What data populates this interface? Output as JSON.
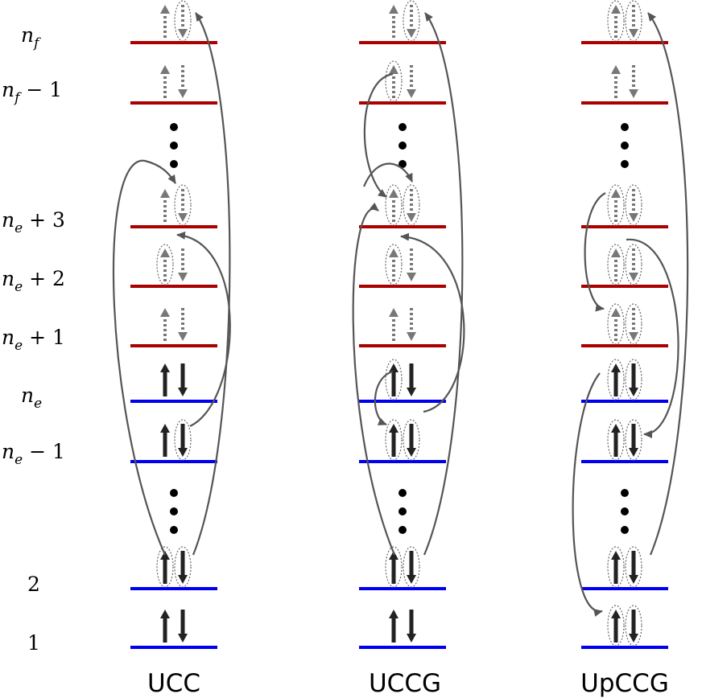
{
  "level_labels": [
    {
      "main": "n",
      "sub": "f",
      "suffix": ""
    },
    {
      "main": "n",
      "sub": "f",
      "suffix": " − 1"
    },
    {
      "main": "n",
      "sub": "e",
      "suffix": " + 3"
    },
    {
      "main": "n",
      "sub": "e",
      "suffix": " + 2"
    },
    {
      "main": "n",
      "sub": "e",
      "suffix": " + 1"
    },
    {
      "main": "n",
      "sub": "e",
      "suffix": ""
    },
    {
      "main": "n",
      "sub": "e",
      "suffix": " − 1"
    },
    {
      "main": "",
      "sub": "",
      "suffix": "2"
    },
    {
      "main": "",
      "sub": "",
      "suffix": "1"
    }
  ],
  "columns": [
    {
      "title": "UCC"
    },
    {
      "title": "UCCG"
    },
    {
      "title": "UpCCG"
    }
  ],
  "colors": {
    "occupied_level": "#0000ee",
    "virtual_level": "#aa0000",
    "electron": "#222222",
    "virtual_electron": "#777777",
    "excitation_arrow": "#555555"
  }
}
